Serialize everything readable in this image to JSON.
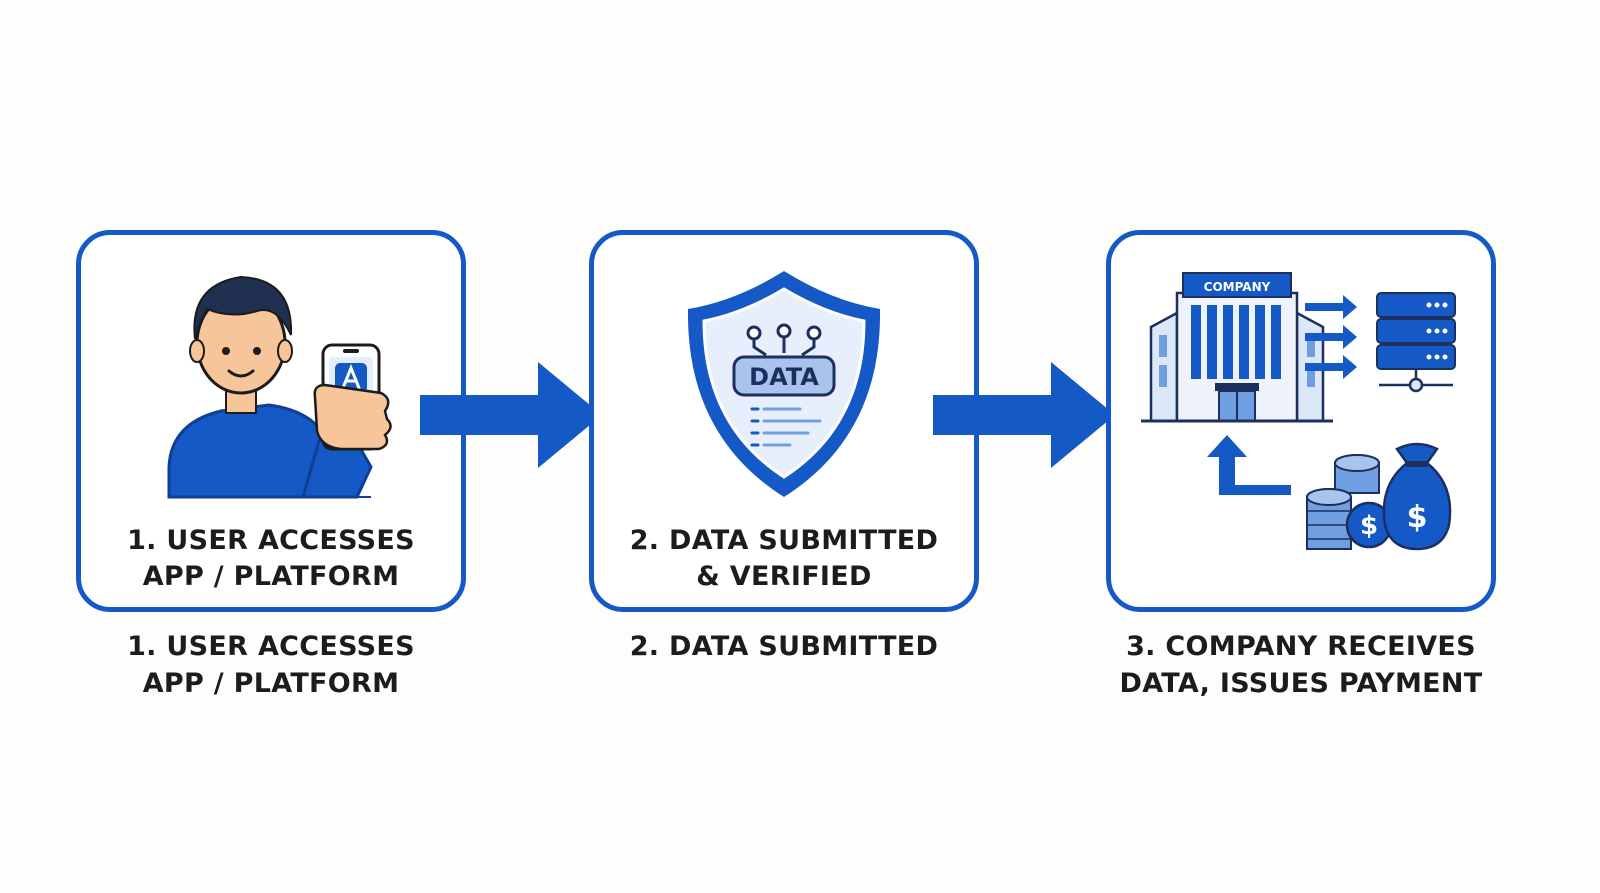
{
  "steps": [
    {
      "box_title_lines": [
        "1. USER ACCESSES",
        "APP / PLATFORM"
      ],
      "caption_lines": [
        "1. USER ACCESSES",
        "APP / PLATFORM"
      ]
    },
    {
      "box_title_lines": [
        "2. DATA SUBMITTED",
        "& VERIFIED"
      ],
      "caption_lines": [
        "2. DATA SUBMITTED"
      ],
      "shield_label": "DATA"
    },
    {
      "caption_lines": [
        "3. COMPANY RECEIVES",
        "DATA, ISSUES PAYMENT"
      ],
      "building_sign": "COMPANY",
      "currency_symbol": "$"
    }
  ],
  "icons": {
    "step1": [
      "user-person-icon",
      "smartphone-icon",
      "app-store-icon"
    ],
    "step2": [
      "shield-icon",
      "circuit-nodes-icon",
      "document-lines-icon"
    ],
    "step3": [
      "company-building-icon",
      "server-stack-icon",
      "coin-stack-icon",
      "money-bag-icon"
    ],
    "connectors": [
      "right-arrow-icon"
    ]
  },
  "colors": {
    "primary_blue": "#1559c7",
    "light_blue": "#dce8f8",
    "mid_blue": "#6f9fe0",
    "skin": "#f7c59a",
    "hair": "#1f3050",
    "text": "#1c1c1c",
    "background": "#fdfdfc"
  }
}
